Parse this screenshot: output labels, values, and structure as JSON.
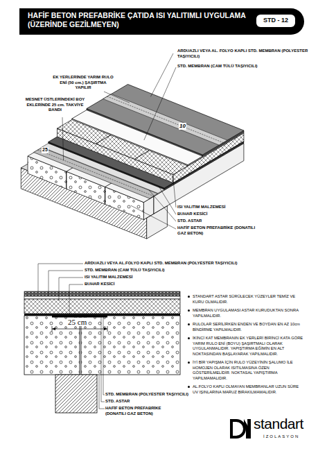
{
  "diagram": {
    "title": "HAFİF BETON PREFABRİKE ÇATIDA ISI YALITIMLI UYGULAMA (ÜZERİNDE GEZİLMEYEN)",
    "nodes": [
      {
        "text": [
          "STD - 12"
        ]
      }
    ],
    "labels": [
      "ARDUAZLI VEYA AL. FOLYO KAPLI STD. MEMBRAN (POLYESTER TAŞIYICILI)",
      "STD. MEMBRAN (CAM TÜLÜ TAŞIYICILI)",
      "EK YERLERİNDE YARIM RULO ENİ (50 cm.) ŞAŞIRTMA YAPILIR",
      "MESNET ÜSTLERİNDEKİ BOY EKLERİNDE 25 cm. TAKVİYE BANDI",
      "10",
      "25",
      "ISI YALITIM MALZEMESİ",
      "BUHAR KESİCİ",
      "STD. ASTAR",
      "HAFİF BETON PREFABRİKE (DONATILI GAZ BETON)",
      "ARDUAZLI VEYA AL.FOLYO KAPLI STD. MEMBRAN (POLYESTER TAŞIYICILI)",
      "STD. MEMBRAN (CAM TÜLÜ TAŞIYICILI)",
      "ISI YALITIM MALZEMESİ",
      "BUHAR KESİCİ",
      "25 cm",
      "STD. MEMBRAN (POLYESTER TAŞIYICILI)",
      "STD. ASTAR",
      "HAFİF BETON PREFABRİKE (DONATILI GAZ BETON)",
      "STANDART ASTAR SÜRÜLECEK YÜZEYLER TEMİZ VE KURU OLMALIDIR.",
      "MEMBRAN UYGULAMASI ASTAR KURUDUKTAN SONRA YAPILMALIDIR.",
      "RULOLAR SERİLİRKEN ENDEN VE BOYDAN EN AZ 10cm BİNDİRME YAPILMALIDIR.",
      "İKİNCİ KAT MEMBRANIN EK YERLERİ BİRİNCİ KATA GÖRE YARIM RULO ENİ (BOYU) ŞAŞIRTMALI OLARAK UYGULANMALIDIR. YAPIŞTIRMA EĞİMİN EN ALT NOKTASINDAN BAŞLAYARAK YAPILMALIDIR.",
      "İYİ BİR YAPIŞMA İÇİN RULO YÜZEYİNİN ŞALUMO İLE HOMOJEN OLARAK ISITILMASINA ÖZEN GÖSTERİLMELİDİR. NOKTASAL YAPIŞTIRMA YAPILMAMALIDIR.",
      "AL.FOLYO KAPLI OLMAYAN MEMBRANLAR UZUN SÜRE UV IŞINLARINA MARUZ BIRAKILMAMALIDIR.",
      "standart",
      "İZOLASYON"
    ]
  }
}
